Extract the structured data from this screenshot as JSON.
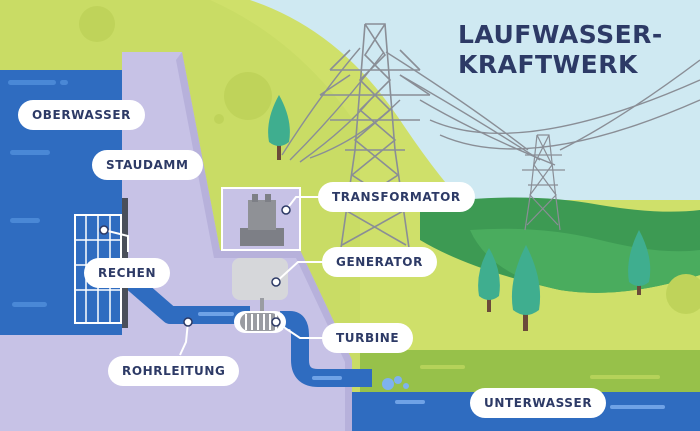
{
  "title": {
    "line1": "LAUFWASSER-",
    "line2": "KRAFTWERK"
  },
  "labels": {
    "oberwasser": "OBERWASSER",
    "staudamm": "STAUDAMM",
    "transformator": "TRANSFORMATOR",
    "generator": "GENERATOR",
    "rechen": "RECHEN",
    "turbine": "TURBINE",
    "rohrleitung": "ROHRLEITUNG",
    "unterwasser": "UNTERWASSER"
  },
  "colors": {
    "sky": "#cfe9f2",
    "hill": "#cfe06a",
    "forest": "#3d9a53",
    "water": "#2f6cc0",
    "dam": "#c7c2e6",
    "text": "#2d3a66",
    "label_bg": "#ffffff"
  }
}
